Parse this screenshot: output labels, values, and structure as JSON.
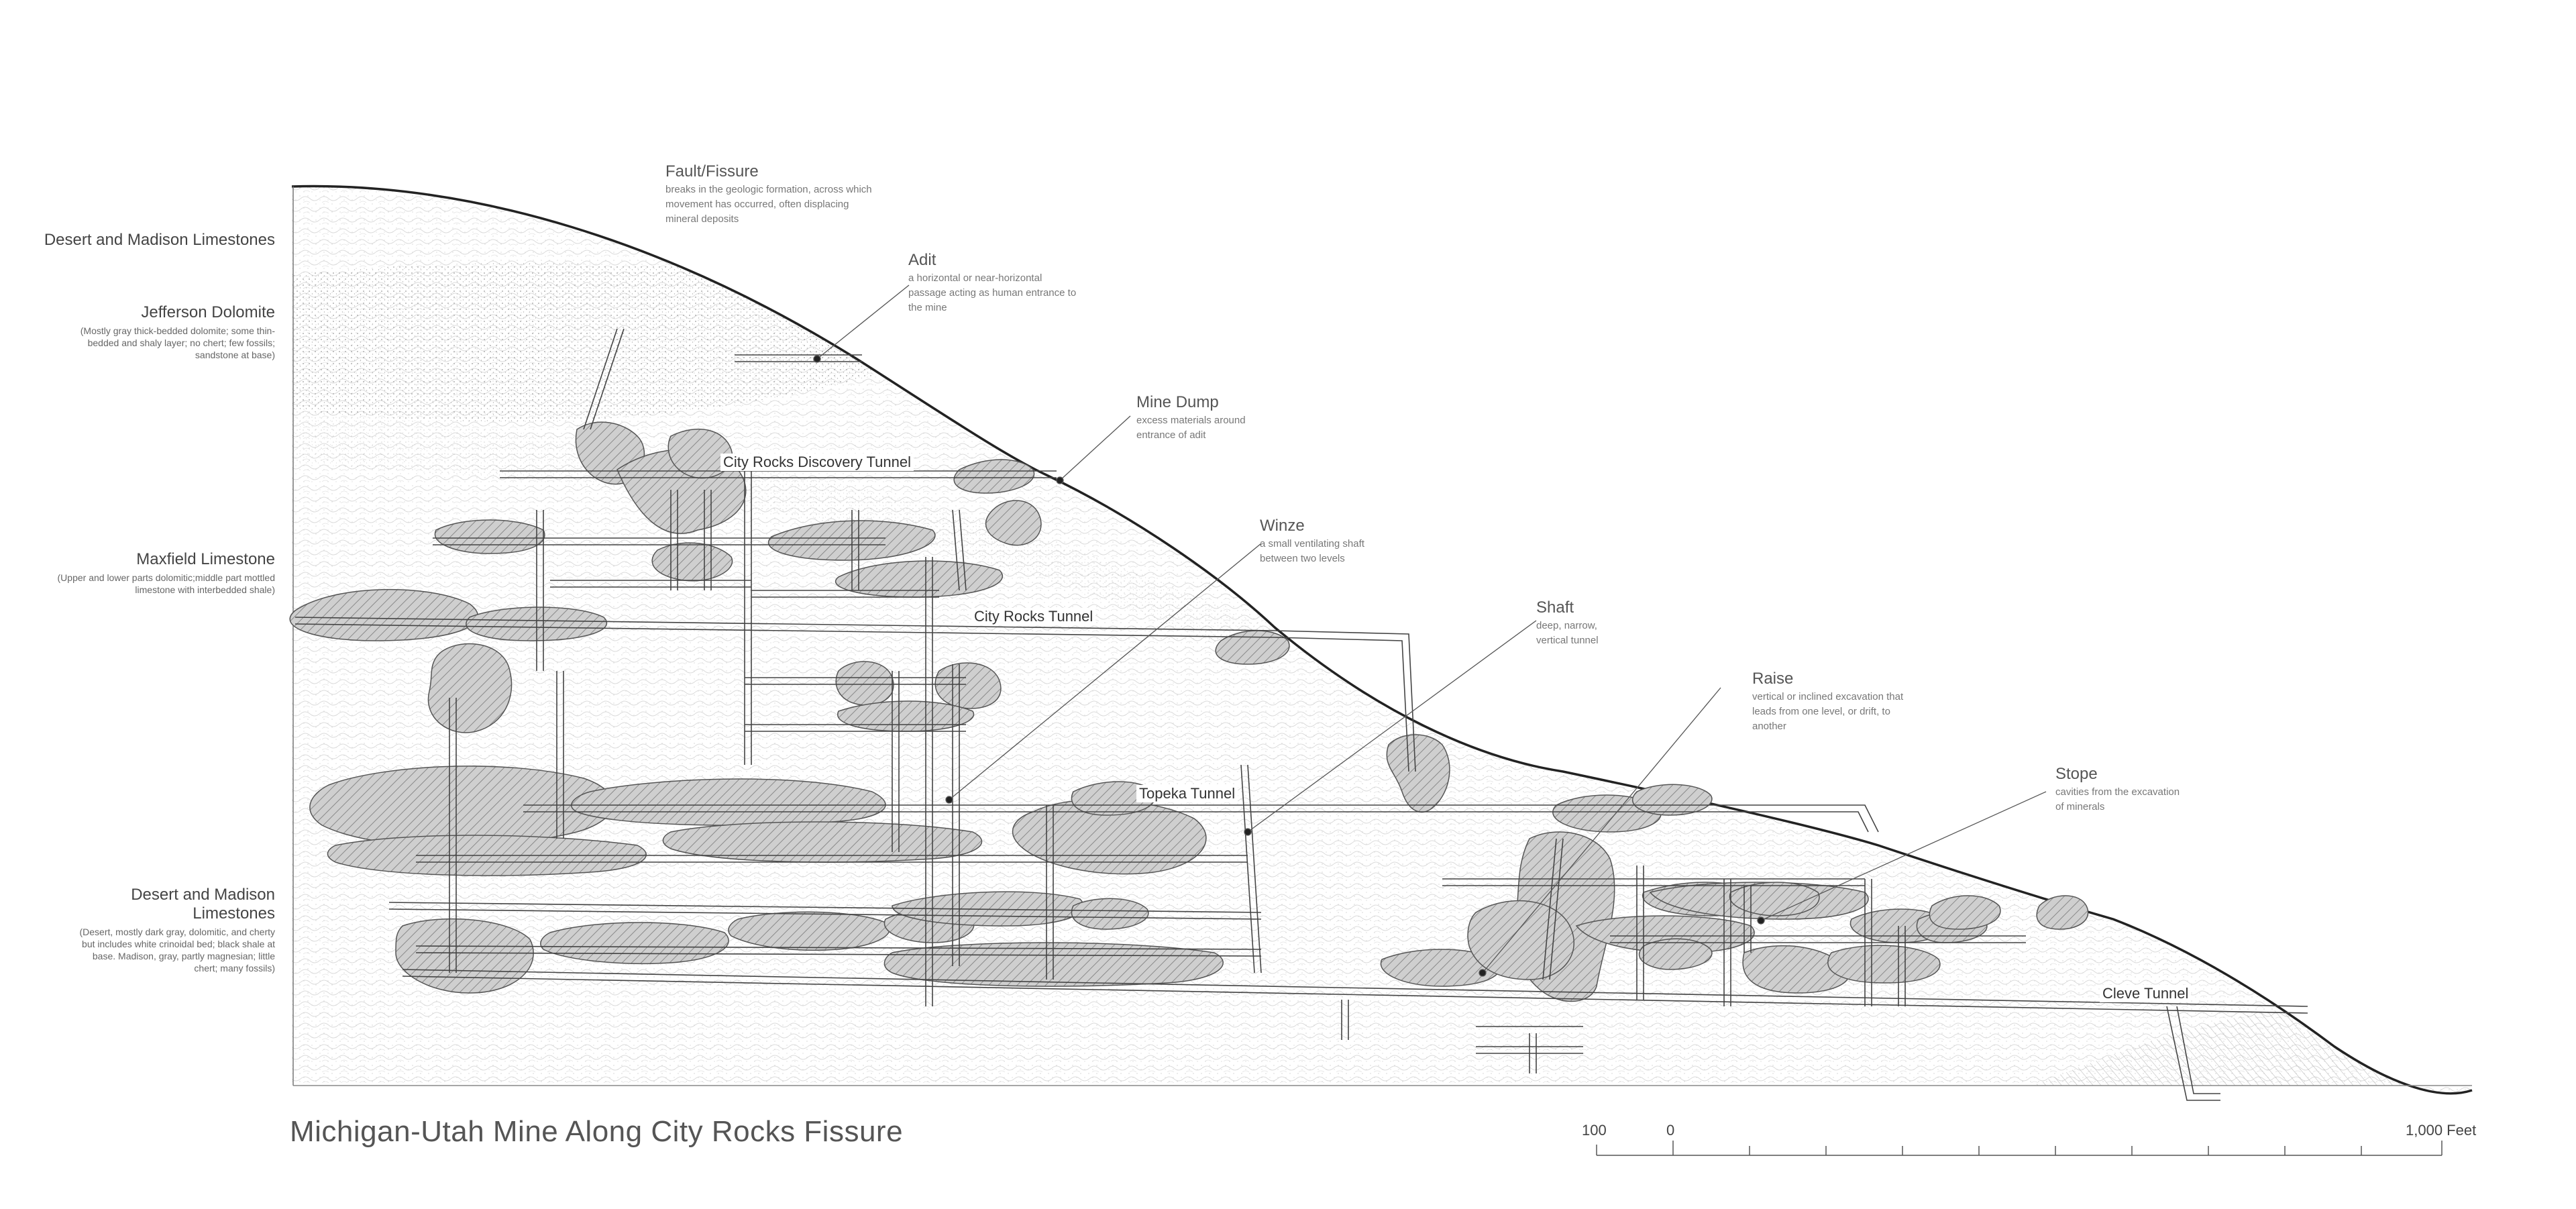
{
  "title": "Michigan-Utah Mine Along City Rocks Fissure",
  "colors": {
    "ink": "#333333",
    "stope_fill": "#bdbdbd",
    "tunnel_line": "#444444",
    "terrain": "#222222"
  },
  "strata": [
    {
      "name": "Desert and Madison Limestones",
      "description": ""
    },
    {
      "name": "Jefferson Dolomite",
      "description": "(Mostly gray thick-bedded dolomite; some thin-bedded and shaly layer; no chert; few fossils; sandstone at base)"
    },
    {
      "name": "Maxfield Limestone",
      "description": "(Upper and lower parts dolomitic;middle part mottled limestone with interbedded shale)"
    },
    {
      "name": "Desert and Madison Limestones",
      "description": "(Desert, mostly dark gray, dolomitic, and cherty but includes white crinoidal bed; black shale at base. Madison, gray, partly magnesian; little chert; many fossils)"
    }
  ],
  "callouts": [
    {
      "name": "Fault/Fissure",
      "description": "breaks in the geologic formation, across which movement has occurred, often displacing mineral deposits"
    },
    {
      "name": "Adit",
      "description": "a horizontal or near-horizontal passage acting as human entrance to the mine"
    },
    {
      "name": "Mine Dump",
      "description": "excess materials around entrance of adit"
    },
    {
      "name": "Winze",
      "description": "a small ventilating shaft between two levels"
    },
    {
      "name": "Shaft",
      "description": "deep, narrow, vertical tunnel"
    },
    {
      "name": "Raise",
      "description": "vertical or inclined excavation that leads from one level, or drift, to another"
    },
    {
      "name": "Stope",
      "description": "cavities from the excavation of minerals"
    }
  ],
  "tunnels": [
    {
      "name": "City Rocks Discovery Tunnel"
    },
    {
      "name": "City Rocks Tunnel"
    },
    {
      "name": "Topeka Tunnel"
    },
    {
      "name": "Cleve Tunnel"
    }
  ],
  "scale": {
    "left_label": "100",
    "zero_label": "0",
    "right_label": "1,000 Feet"
  }
}
